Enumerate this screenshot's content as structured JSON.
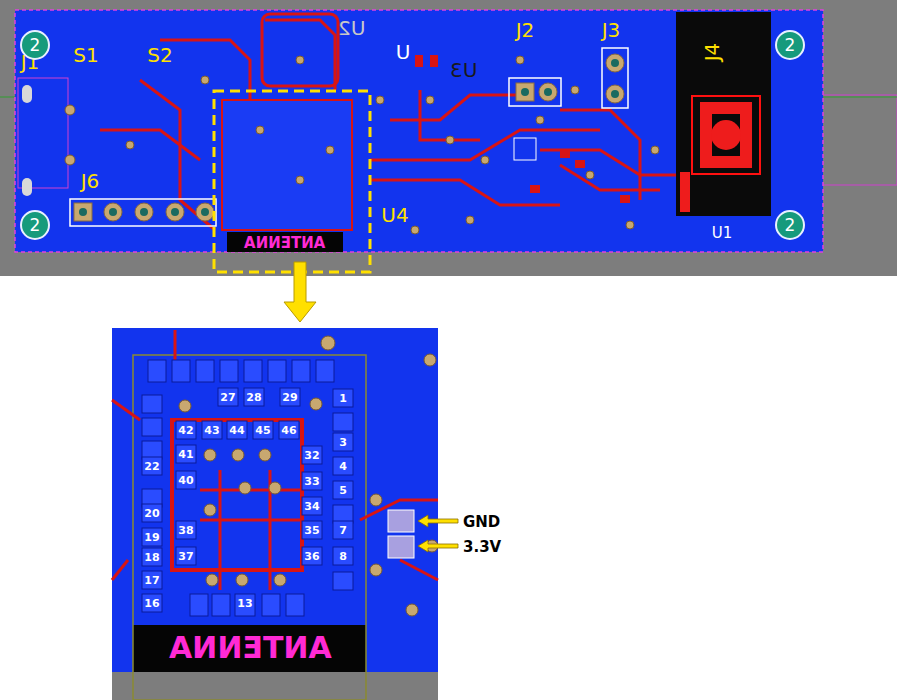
{
  "diagram": {
    "nodes": [
      {
        "text": [
          "2"
        ]
      },
      {
        "text": [
          "2"
        ]
      },
      {
        "text": [
          "2"
        ]
      },
      {
        "text": [
          "2"
        ]
      }
    ],
    "labels": [
      "J1",
      "S1",
      "S2",
      "U2",
      "U",
      "U3",
      "J2",
      "J3",
      "J4",
      "J6",
      "U4",
      "U1",
      "ANTENNA",
      "27",
      "28",
      "29",
      "1",
      "42",
      "43",
      "44",
      "45",
      "46",
      "3",
      "41",
      "32",
      "4",
      "22",
      "40",
      "33",
      "5",
      "20",
      "38",
      "34",
      "7",
      "19",
      "37",
      "35",
      "8",
      "18",
      "36",
      "17",
      "16",
      "13",
      "ANTENNA",
      "GND",
      "3.3V"
    ]
  }
}
